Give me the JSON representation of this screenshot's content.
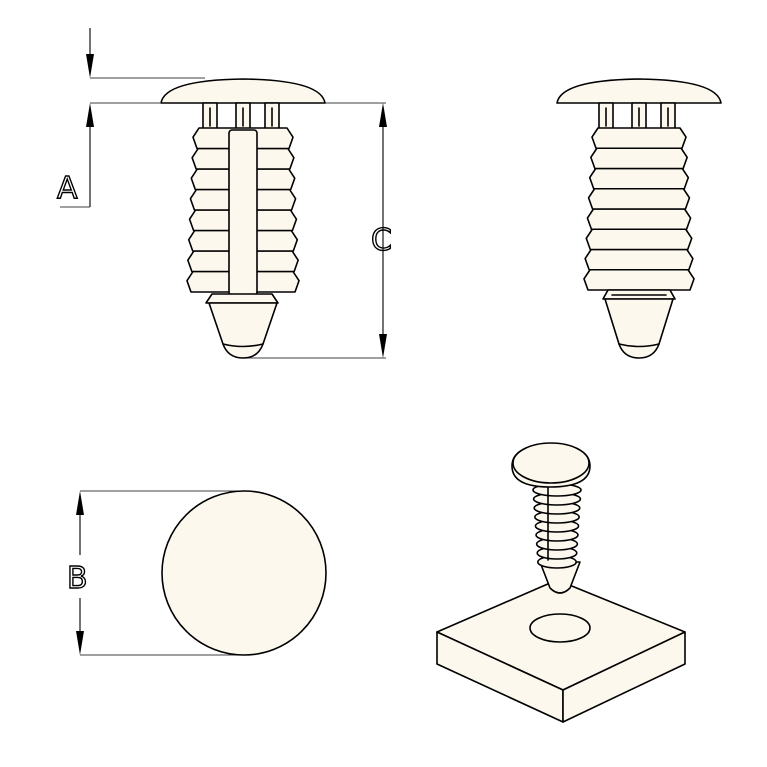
{
  "colors": {
    "line": "#000000",
    "part_fill": "#fdf8ee",
    "background": "#ffffff"
  },
  "dimensions": {
    "a": {
      "label": "A"
    },
    "b": {
      "label": "B"
    },
    "c": {
      "label": "C"
    }
  },
  "views": [
    "front-view",
    "side-view",
    "top-view",
    "isometric-view"
  ]
}
